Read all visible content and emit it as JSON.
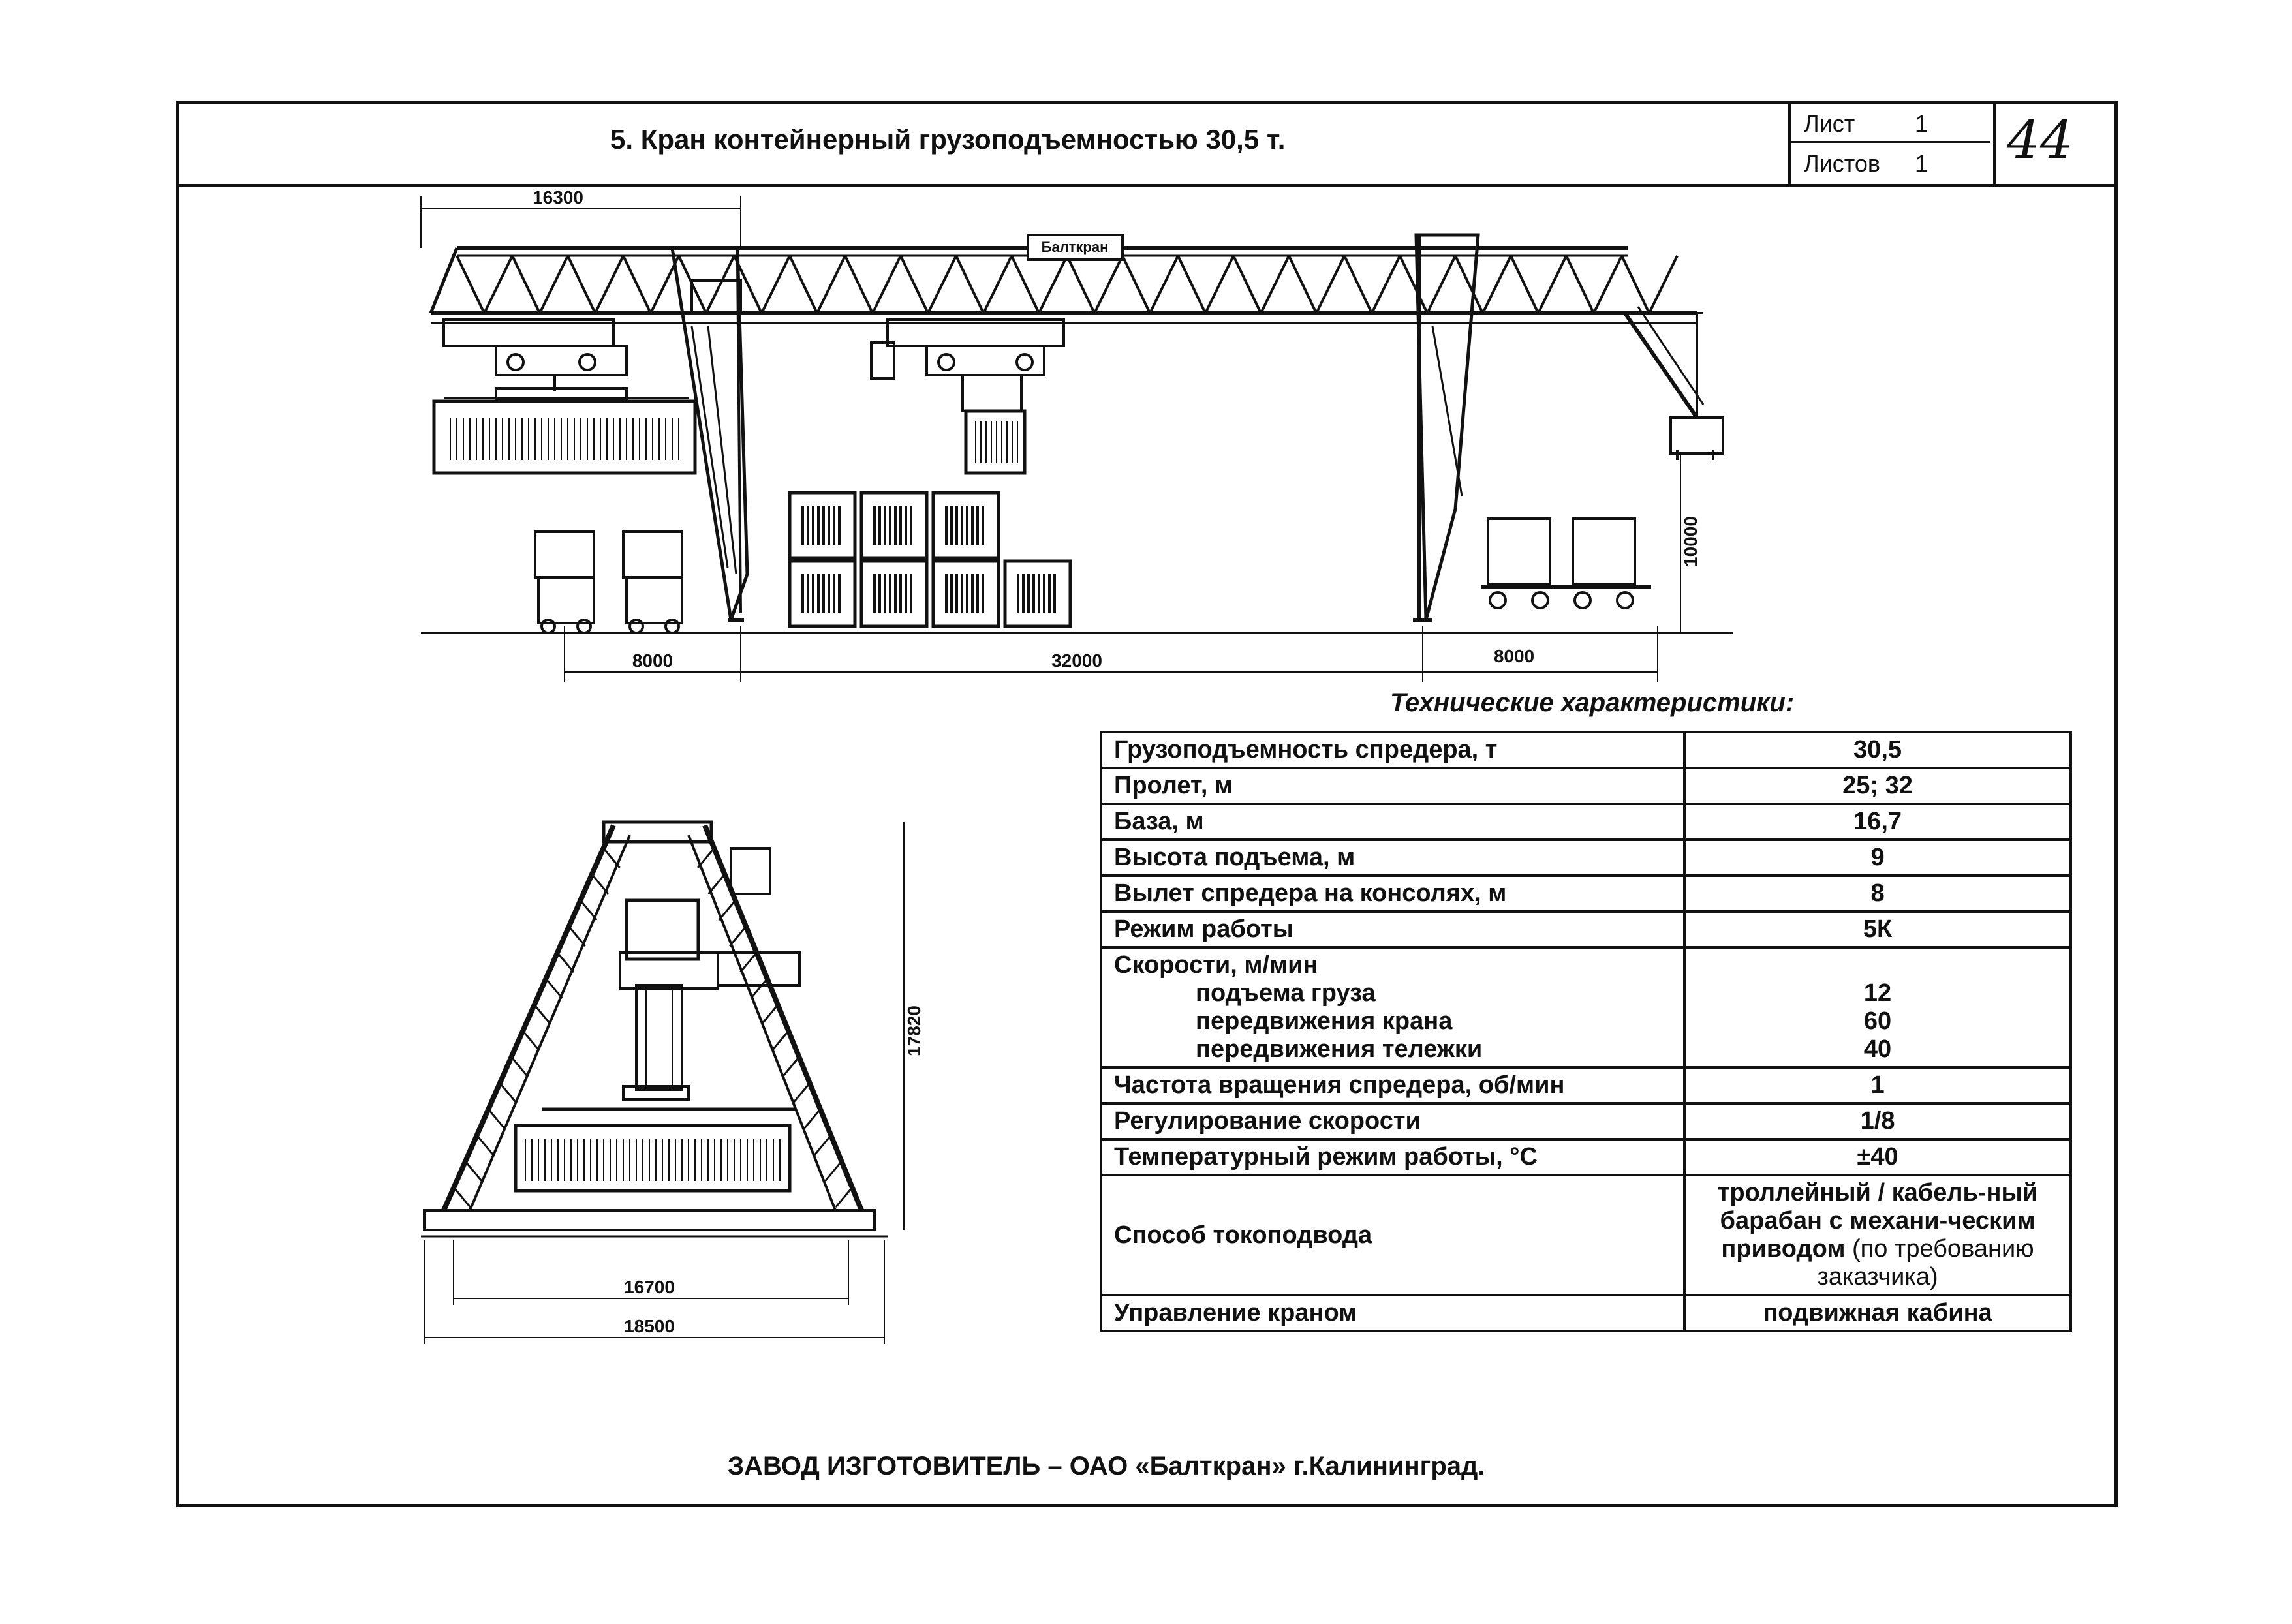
{
  "header": {
    "title": "5. Кран контейнерный грузоподъемностью 30,5 т.",
    "sheet_label": "Лист",
    "sheet_num": "1",
    "sheets_label": "Листов",
    "sheets_num": "1",
    "page_number": "44"
  },
  "drawing": {
    "brand": "Балткран",
    "dims": {
      "top_overhang": "16300",
      "left_base": "8000",
      "span": "32000",
      "right_base": "8000",
      "height": "10000",
      "end_height": "17820",
      "base_inner": "16700",
      "base_outer": "18500"
    }
  },
  "specs": {
    "caption": "Технические характеристики:",
    "rows": [
      {
        "param": "Грузоподъемность спредера, т",
        "value": "30,5"
      },
      {
        "param": "Пролет, м",
        "value": "25; 32"
      },
      {
        "param": "База, м",
        "value": "16,7"
      },
      {
        "param": "Высота подъема, м",
        "value": "9"
      },
      {
        "param": "Вылет спредера на консолях, м",
        "value": "8"
      },
      {
        "param": "Режим работы",
        "value": "5К"
      }
    ],
    "speeds": {
      "label": "Скорости, м/мин",
      "items": [
        {
          "param": "подъема груза",
          "value": "12"
        },
        {
          "param": "передвижения крана",
          "value": "60"
        },
        {
          "param": "передвижения тележки",
          "value": "40"
        }
      ]
    },
    "rows2": [
      {
        "param": "Частота вращения спредера, об/мин",
        "value": "1"
      },
      {
        "param": "Регулирование скорости",
        "value": "1/8"
      },
      {
        "param": "Температурный режим работы, °С",
        "value": "±40"
      }
    ],
    "power": {
      "param": "Способ токоподвода",
      "value_bold": "троллейный / кабель-ный барабан с механи-ческим приводом",
      "value_light": "(по требованию заказчика)"
    },
    "control": {
      "param": "Управление краном",
      "value": "подвижная кабина"
    }
  },
  "footer": {
    "text": "ЗАВОД ИЗГОТОВИТЕЛЬ – ОАО «Балткран» г.Калининград."
  }
}
